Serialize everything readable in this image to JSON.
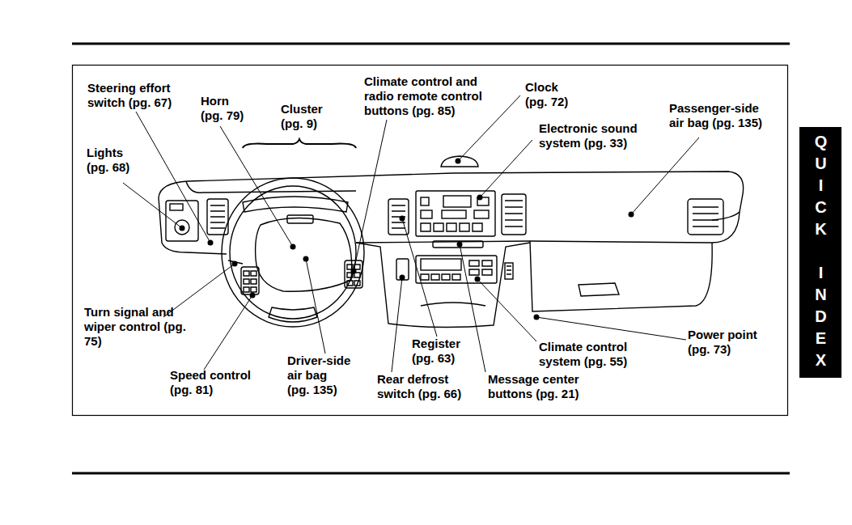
{
  "diagram": {
    "nodes": [
      {
        "text": [
          "QUICK INDEX"
        ]
      }
    ],
    "labels": [
      "Steering effort switch (pg. 67)",
      "Horn (pg. 79)",
      "Cluster (pg. 9)",
      "Climate control and radio remote control buttons (pg. 85)",
      "Clock (pg. 72)",
      "Electronic sound system (pg. 33)",
      "Passenger-side air bag (pg. 135)",
      "Lights (pg. 68)",
      "Turn signal and wiper control (pg. 75)",
      "Speed control (pg. 81)",
      "Driver-side air bag (pg. 135)",
      "Register (pg. 63)",
      "Rear defrost switch (pg. 66)",
      "Message center buttons (pg. 21)",
      "Climate control system (pg. 55)",
      "Power point (pg. 73)"
    ]
  }
}
